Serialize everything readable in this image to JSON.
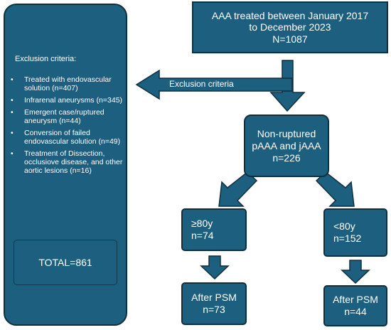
{
  "exclusion": {
    "title": "Exclusion criteria:",
    "items": [
      "Treated with endovascular solution (n=407)",
      "Infrarenal aneurysms (n=345)",
      "Emergent case/ruptured aneurysm (n=44)",
      "Conversion of failed endovascular solution (n=49)",
      "Treatment of Dissection, occlusiove disease, and other aortic lesions (n=16)"
    ],
    "total": "TOTAL=861"
  },
  "top": {
    "line1": "AAA treated between January 2017",
    "line2": "to December 2023",
    "line3": "N=1087"
  },
  "arrow_label": "Exclusion criteria",
  "nonruptured": {
    "line1": "Non-ruptured",
    "line2": "pAAA and jAAA",
    "line3": "n=226"
  },
  "left_group": {
    "label": "≥80y",
    "count": "n=74",
    "psm_label": "After PSM",
    "psm_count": "n=73"
  },
  "right_group": {
    "label": "<80y",
    "count": "n=152",
    "psm_label": "After PSM",
    "psm_count": "n=44"
  },
  "colors": {
    "box_fill": "#1d5f7f",
    "box_border": "#0f2f3f",
    "text": "#ffffff"
  }
}
